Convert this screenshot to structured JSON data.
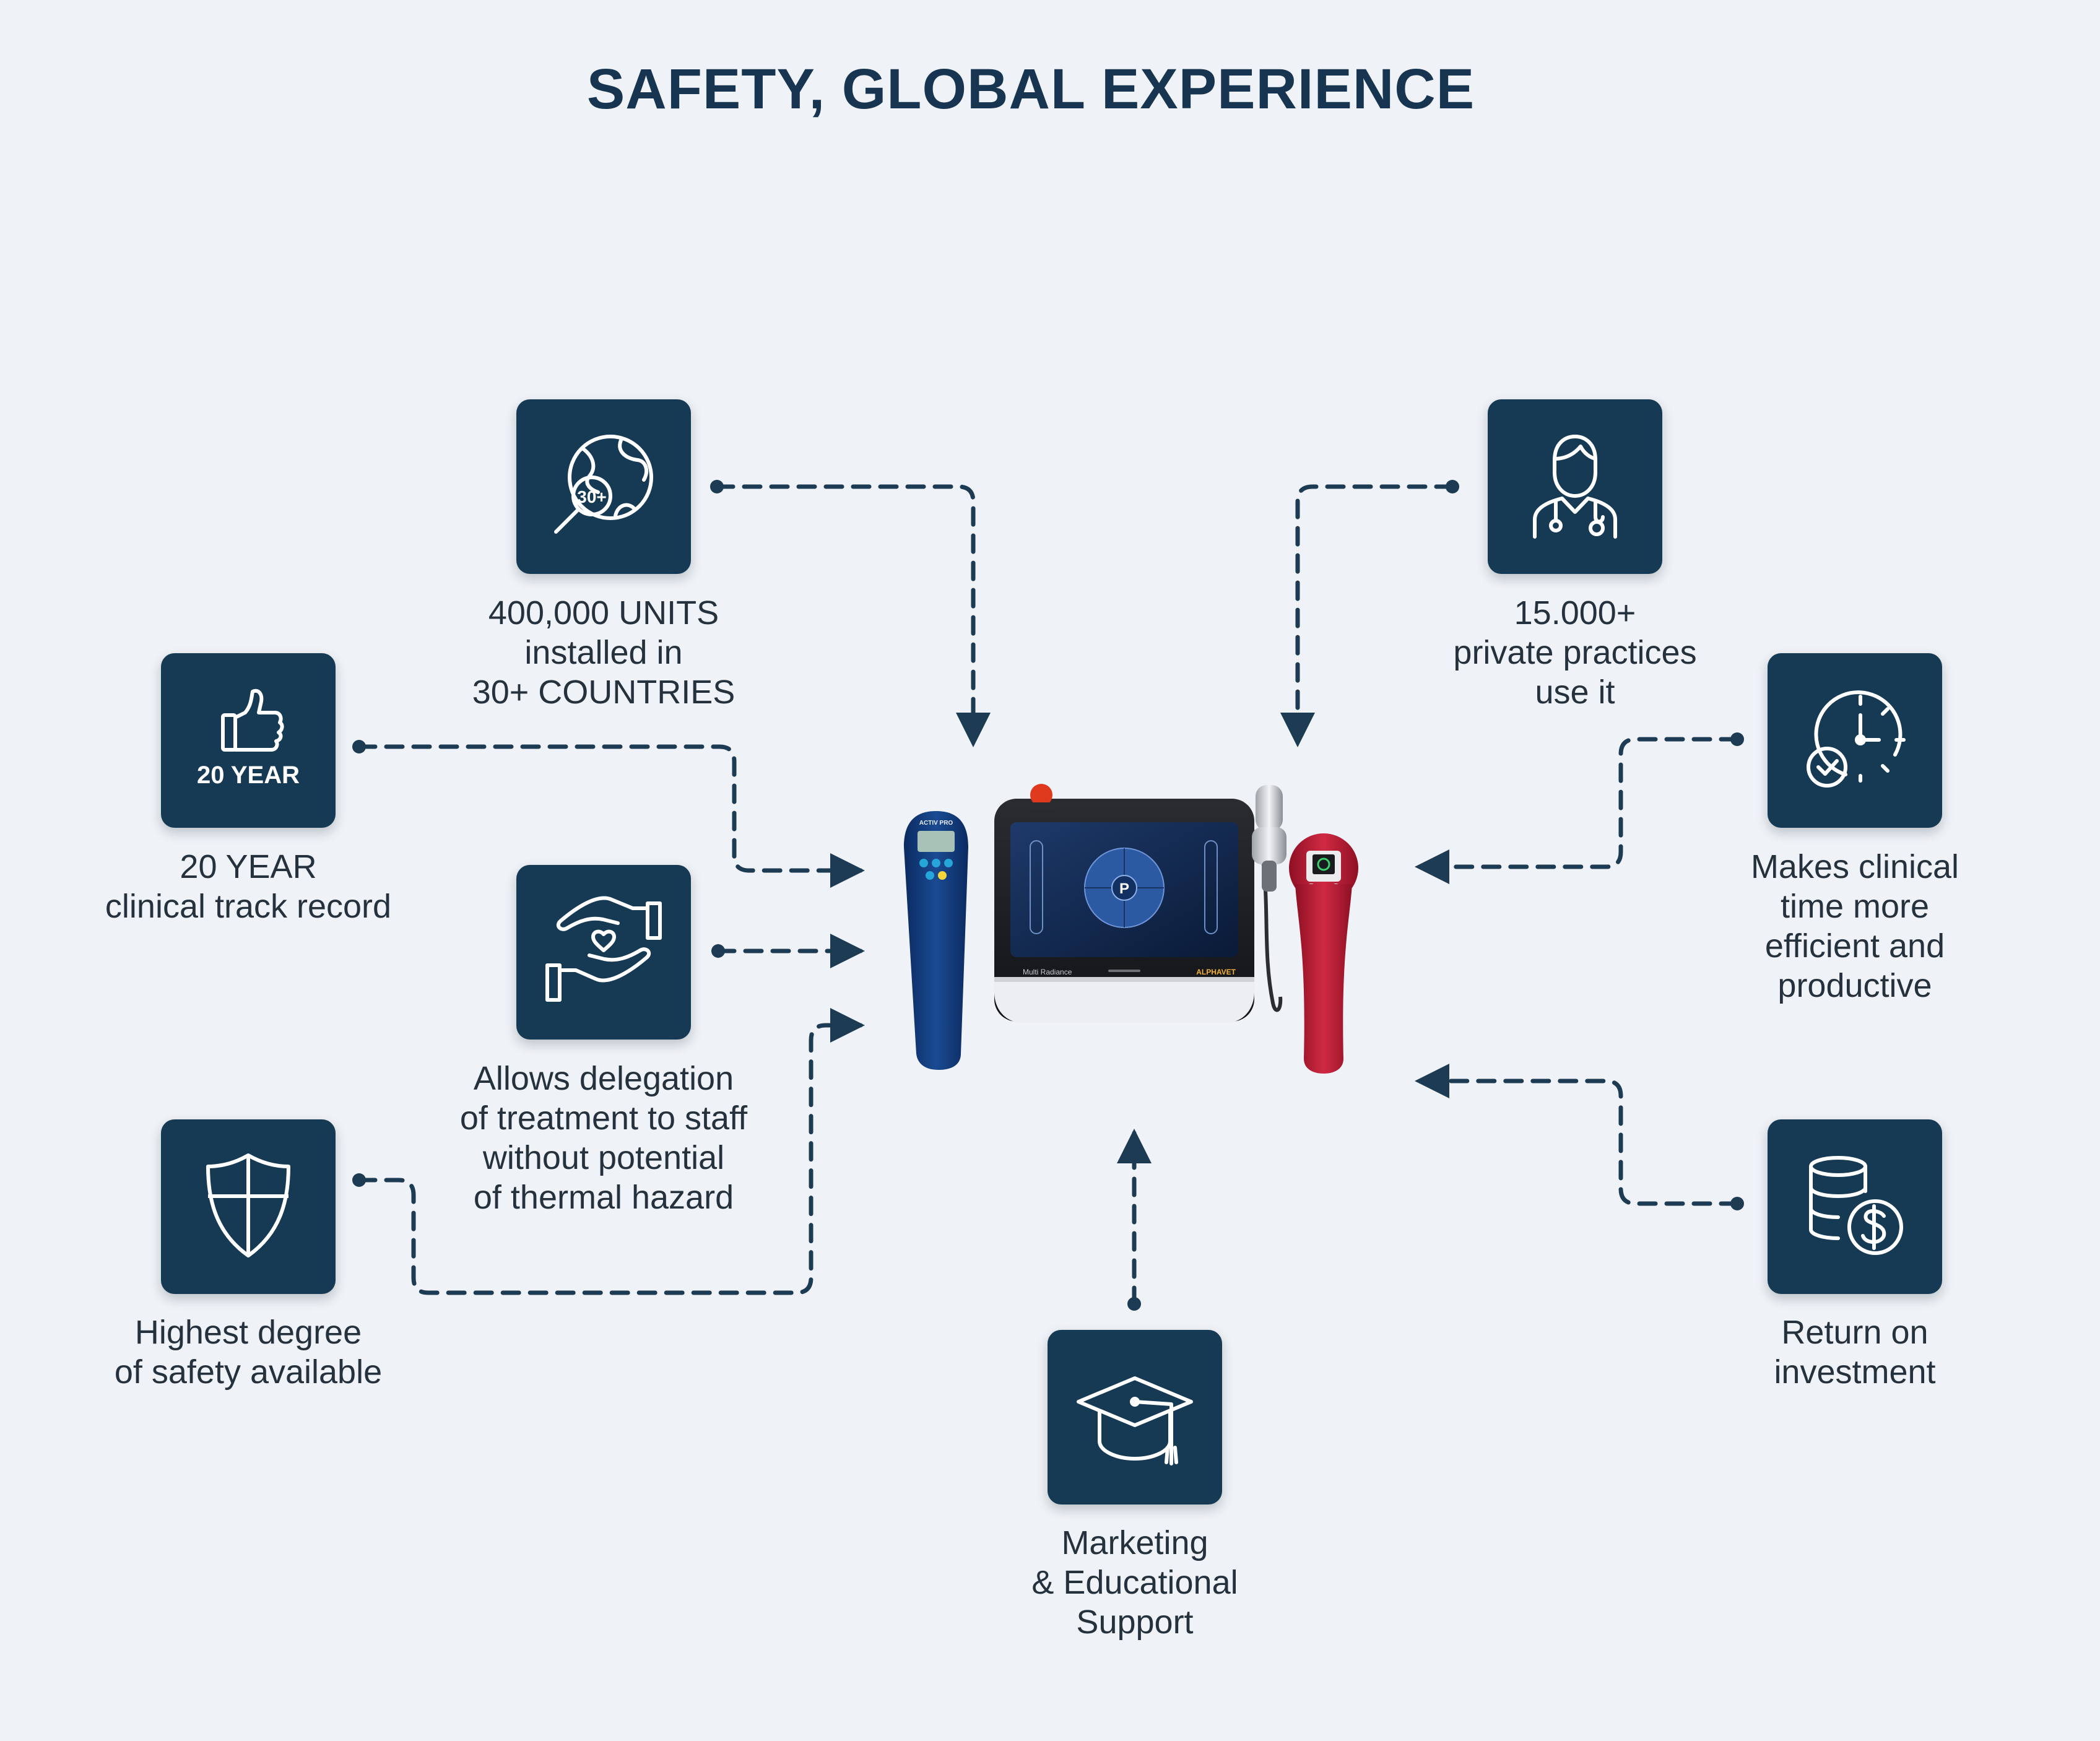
{
  "title": "SAFETY, GLOBAL EXPERIENCE",
  "features": {
    "units": {
      "icon": "globe-magnifier-icon",
      "badge": "30+",
      "lines": [
        "400,000 UNITS",
        "installed in",
        "30+ COUNTRIES"
      ]
    },
    "track": {
      "icon": "thumbs-up-icon",
      "tag": "20 YEAR",
      "lines": [
        "20 YEAR",
        "clinical track record"
      ]
    },
    "delegation": {
      "icon": "hand-heart-icon",
      "lines": [
        "Allows delegation",
        "of treatment to staff",
        "without potential",
        "of thermal hazard"
      ]
    },
    "safety": {
      "icon": "shield-icon",
      "lines": [
        "Highest degree",
        "of safety available"
      ]
    },
    "practices": {
      "icon": "doctor-icon",
      "lines": [
        "15.000+",
        "private practices",
        "use it"
      ]
    },
    "efficiency": {
      "icon": "clock-check-icon",
      "lines": [
        "Makes clinical",
        "time more",
        "efficient and",
        "productive"
      ]
    },
    "roi": {
      "icon": "coins-dollar-icon",
      "lines": [
        "Return on",
        "investment"
      ]
    },
    "marketing": {
      "icon": "graduation-cap-icon",
      "lines": [
        "Marketing",
        "& Educational",
        "Support"
      ]
    }
  },
  "product": {
    "left_handheld_brand": "ACTIV PRO",
    "screen_center": "P",
    "console_brand": "Multi Radiance",
    "console_model": "ALPHAVET"
  },
  "colors": {
    "background": "#eff2f6",
    "card": "#173a54",
    "connector": "#1d3b53",
    "title": "#173550",
    "accent_red": "#c01f35",
    "accent_blue": "#123a78"
  }
}
